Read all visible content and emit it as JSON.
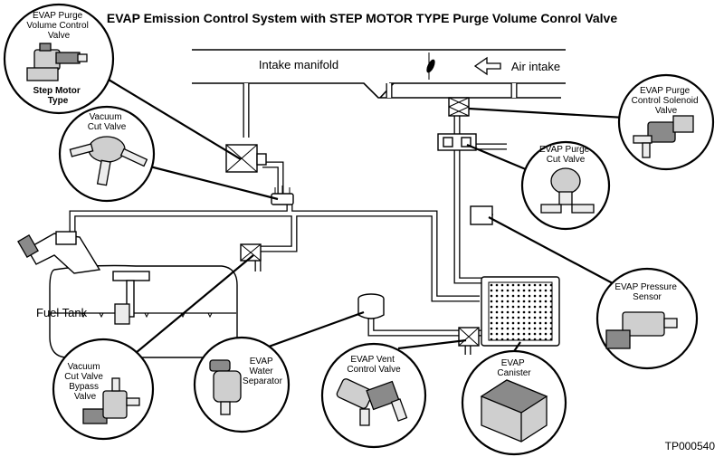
{
  "title": "EVAP Emission Control System with STEP MOTOR TYPE Purge Volume Conrol Valve",
  "labels": {
    "intake_manifold": "Intake manifold",
    "air_intake": "Air intake",
    "fuel_tank": "Fuel Tank",
    "step_motor_type": [
      "Step Motor",
      "Type"
    ]
  },
  "components": {
    "purge_volume_control_valve": [
      "EVAP Purge",
      "Volume Control",
      "Valve"
    ],
    "vacuum_cut_valve": [
      "Vacuum",
      "Cut Valve"
    ],
    "purge_control_solenoid_valve": [
      "EVAP Purge",
      "Control Solenoid",
      "Valve"
    ],
    "purge_cut_valve": [
      "EVAP Purge",
      "Cut Valve"
    ],
    "pressure_sensor": [
      "EVAP Pressure",
      "Sensor"
    ],
    "vacuum_cut_valve_bypass_valve": [
      "Vacuum",
      "Cut Valve",
      "Bypass",
      "Valve"
    ],
    "water_separator": [
      "EVAP",
      "Water",
      "Separator"
    ],
    "vent_control_valve": [
      "EVAP Vent",
      "Control Valve"
    ],
    "canister": [
      "EVAP",
      "Canister"
    ]
  },
  "figure_code": "TP000540"
}
